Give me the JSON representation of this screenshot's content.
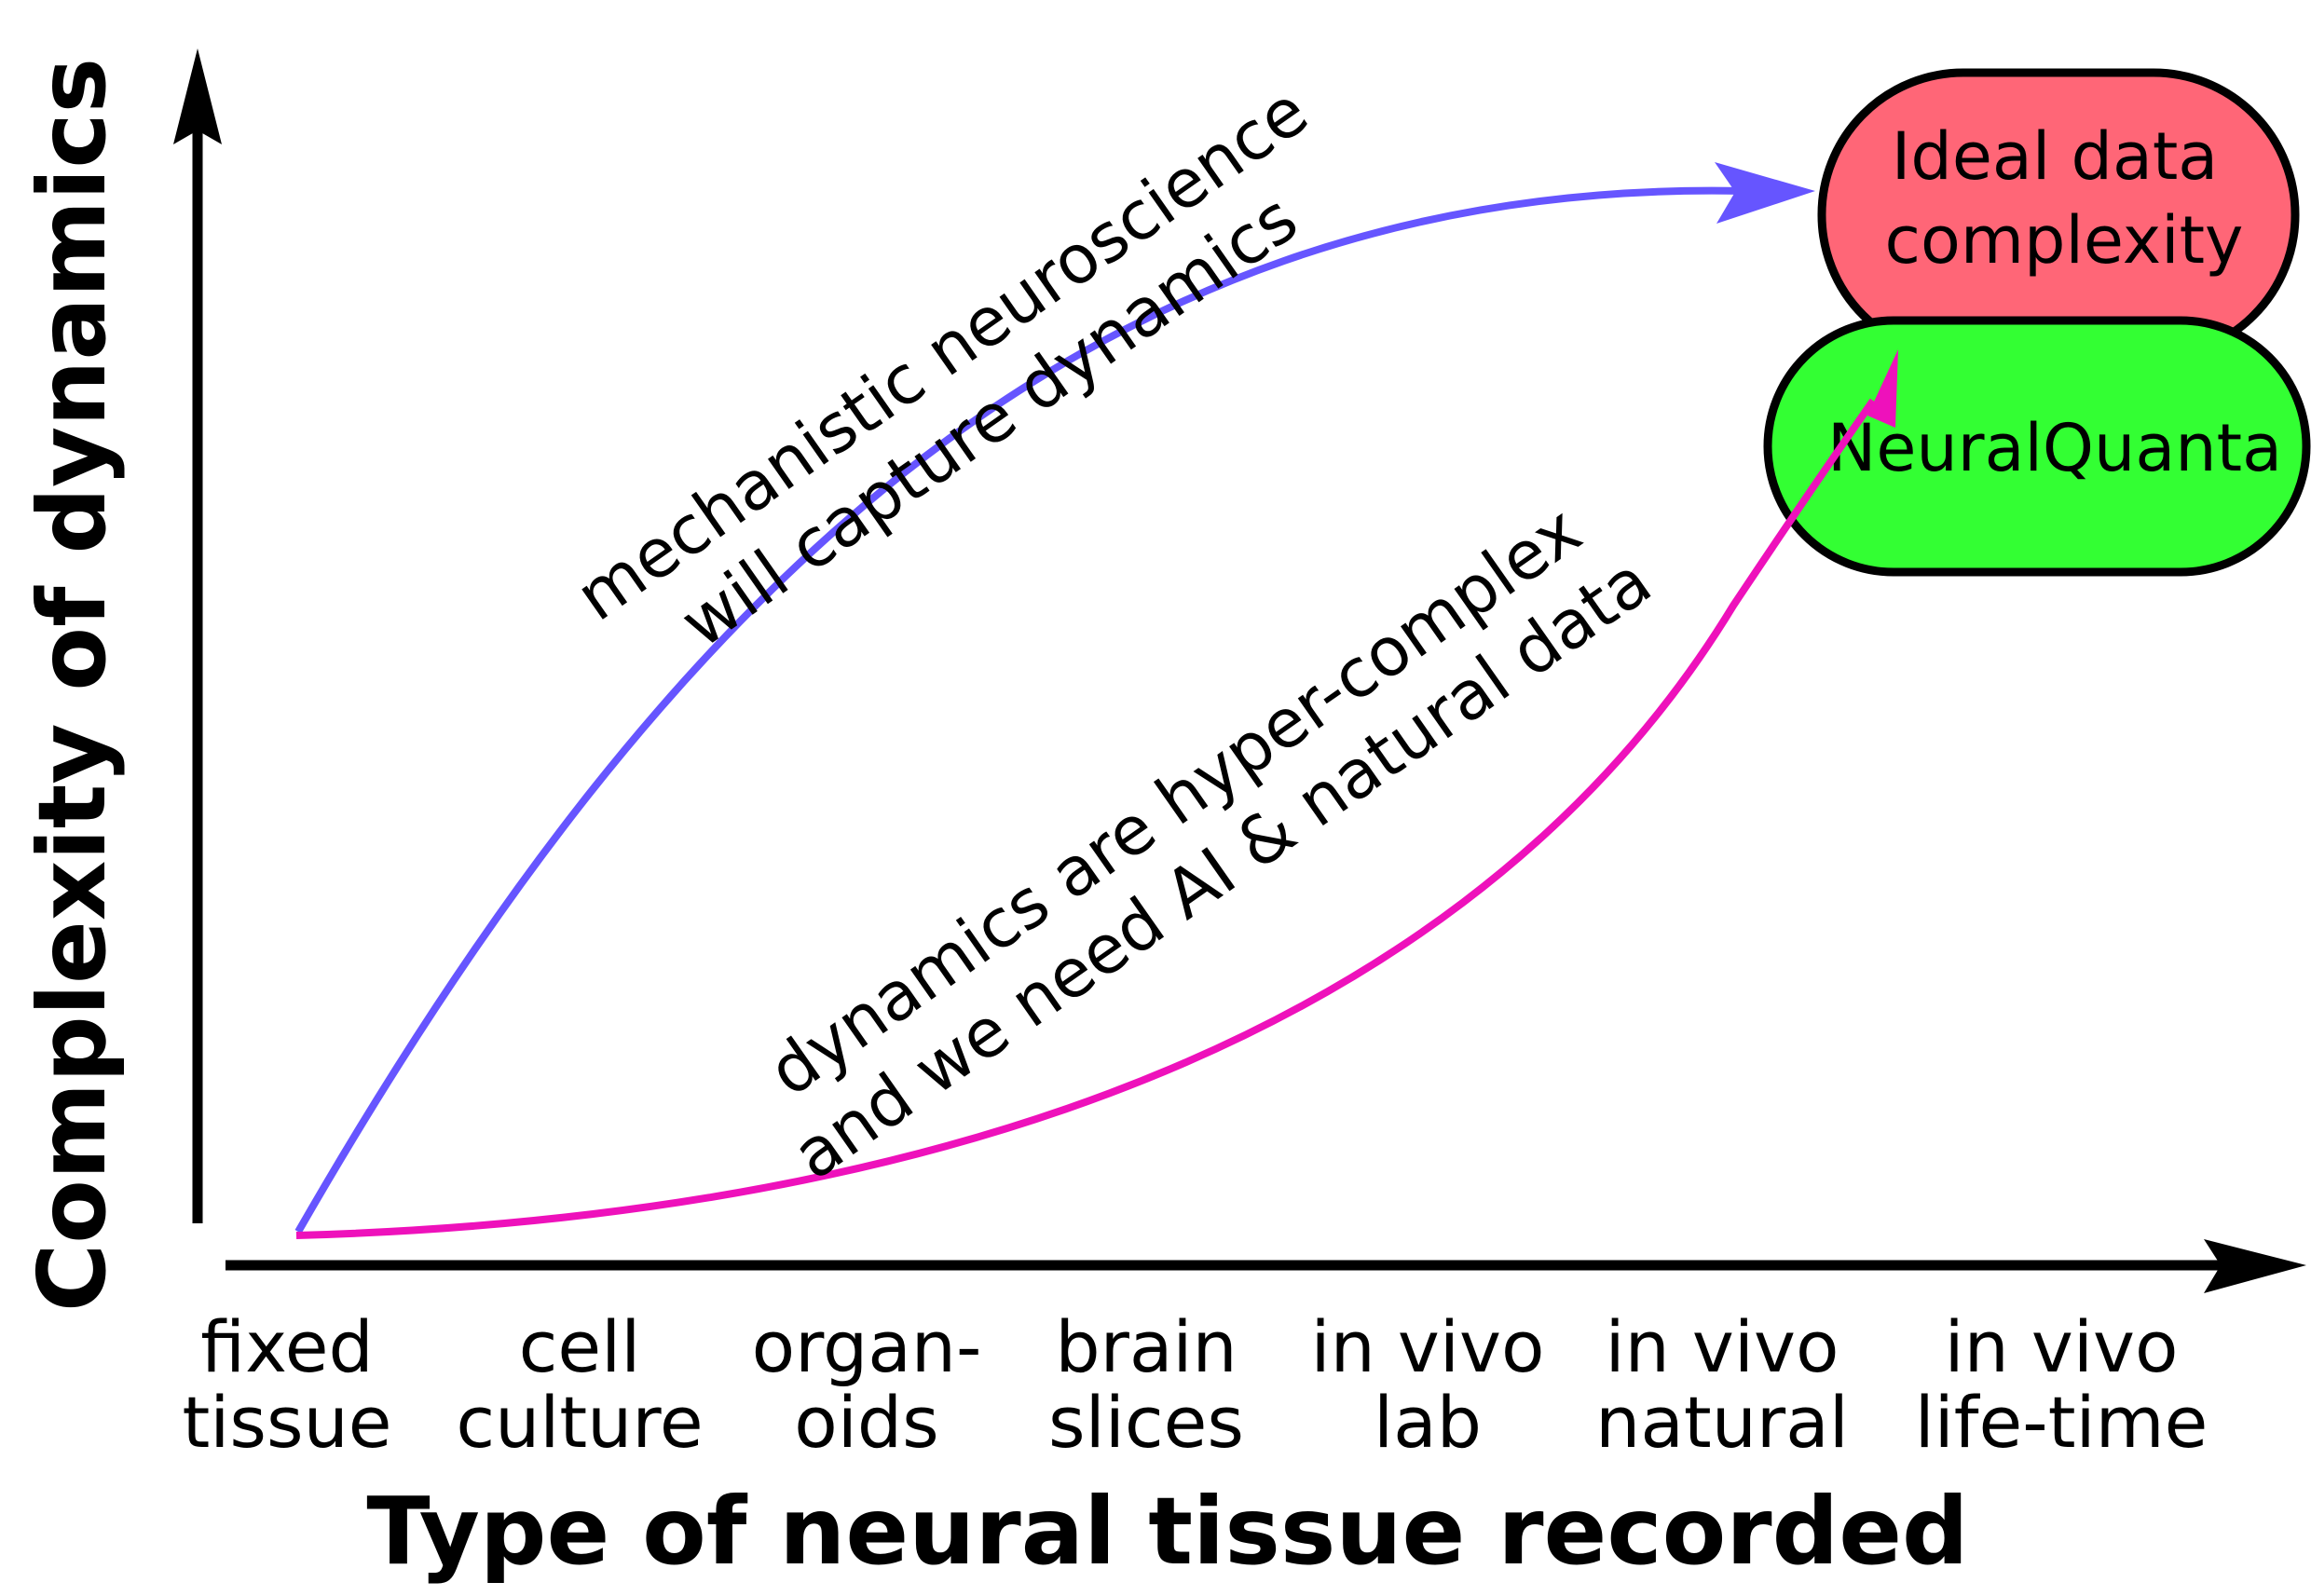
{
  "axes": {
    "x_title": "Type of neural tissue recorded",
    "y_title": "Complexity of dynamics",
    "categories": [
      {
        "line1": "fixed",
        "line2": "tissue"
      },
      {
        "line1": "cell",
        "line2": "culture"
      },
      {
        "line1": "organ-",
        "line2": "oids"
      },
      {
        "line1": "brain",
        "line2": "slices"
      },
      {
        "line1": "in vivo",
        "line2": "lab"
      },
      {
        "line1": "in vivo",
        "line2": "natural"
      },
      {
        "line1": "in vivo",
        "line2": "life-time"
      }
    ]
  },
  "curves": {
    "mechanistic": {
      "line1": "mechanistic neuroscience",
      "line2": "will capture dynamics",
      "color": "#6655ff"
    },
    "hyper_complex": {
      "line1": "dynamics are hyper-complex",
      "line2": "and we need AI & natural data",
      "color": "#ee11bb"
    }
  },
  "boxes": {
    "ideal": {
      "line1": "Ideal data",
      "line2": "complexity",
      "color": "#ff6677"
    },
    "neuralquanta": {
      "label": "NeuralQuanta",
      "color": "#33ff33"
    }
  }
}
